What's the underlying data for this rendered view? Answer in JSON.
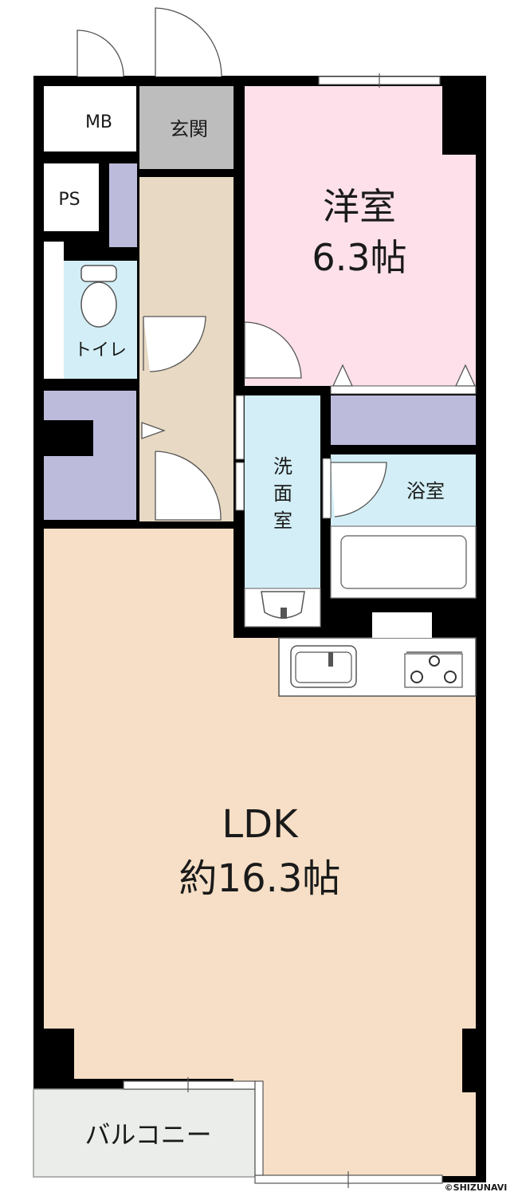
{
  "rooms": {
    "mb": "MB",
    "genkan": "玄関",
    "ps": "PS",
    "toilet": "トイレ",
    "western_name": "洋室",
    "western_size": "6.3帖",
    "washroom": [
      "洗",
      "面",
      "室"
    ],
    "bath": "浴室",
    "ldk_name": "LDK",
    "ldk_size": "約16.3帖",
    "balcony": "バルコニー"
  },
  "copyright": "©SHIZUNAVI",
  "colors": {
    "wall": "#000000",
    "western_room": "#fde0ea",
    "ldk": "#f6dfc6",
    "hallway": "#e7d9c3",
    "storage": "#bcbbdc",
    "water_area": "#d3eef6",
    "genkan": "#bdbdbd",
    "balcony": "#eaedea"
  }
}
